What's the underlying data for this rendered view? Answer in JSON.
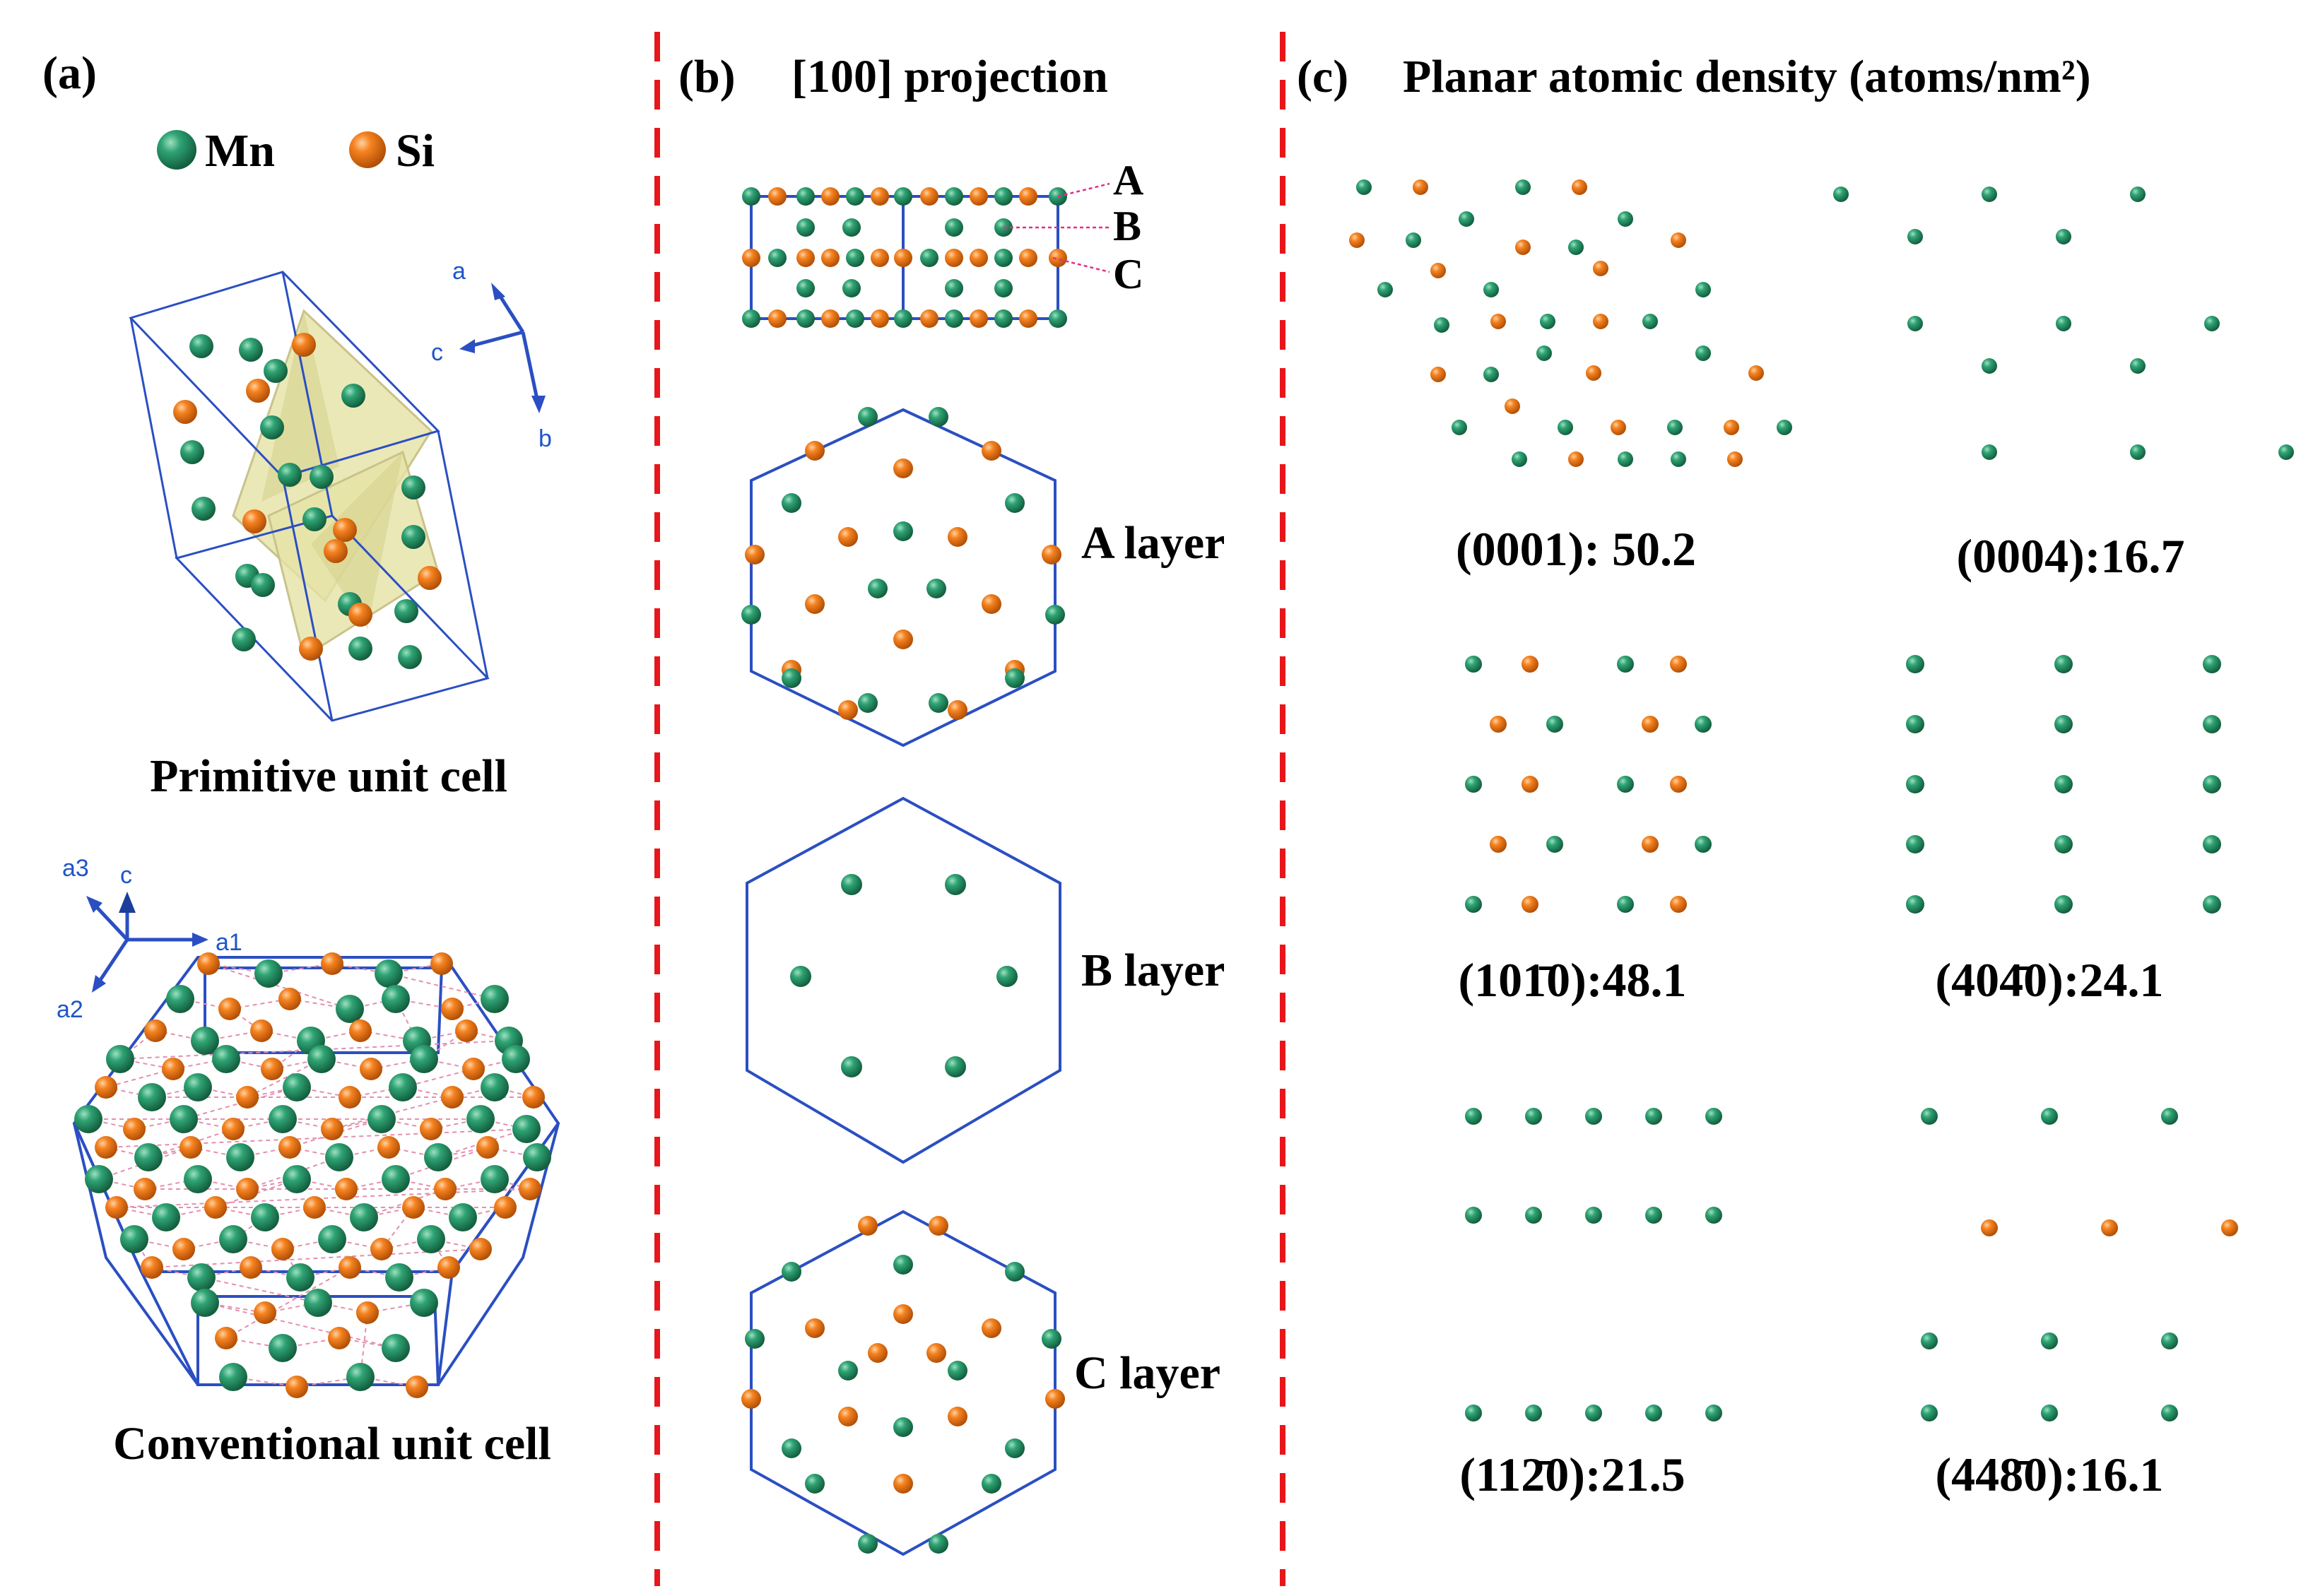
{
  "panels": {
    "a": {
      "label": "(a)",
      "legend": [
        {
          "name": "Mn",
          "color": "#1e8a5c"
        },
        {
          "name": "Si",
          "color": "#f07812"
        }
      ],
      "primitive_title": "Primitive unit cell",
      "conventional_title": "Conventional unit cell",
      "primitive_axes": [
        "a",
        "c",
        "b"
      ],
      "conventional_axes": [
        "a3",
        "c",
        "a1",
        "a2"
      ]
    },
    "b": {
      "label": "(b)",
      "title": "[100] projection",
      "layer_tags": [
        "A",
        "B",
        "C"
      ],
      "layer_labels": [
        "A layer",
        "B layer",
        "C layer"
      ]
    },
    "c": {
      "label": "(c)",
      "title": "Planar atomic density (atoms/nm²)",
      "planes": [
        {
          "plane": "(0001)",
          "density": 50.2,
          "caption": "(0001): 50.2"
        },
        {
          "plane": "(0004)",
          "density": 16.7,
          "caption": "(0004):16.7"
        },
        {
          "plane": "(10-10)",
          "density": 48.1,
          "caption": "(101̄0):48.1"
        },
        {
          "plane": "(40-40)",
          "density": 24.1,
          "caption": "(404̄0):24.1"
        },
        {
          "plane": "(11-20)",
          "density": 21.5,
          "caption": "(112̄0):21.5"
        },
        {
          "plane": "(44-80)",
          "density": 16.1,
          "caption": "(448̄0):16.1"
        }
      ]
    }
  },
  "colors": {
    "mn": "#1e8a5c",
    "si": "#f07812",
    "cell_line": "#2b4fc2",
    "divider": "#e8161b",
    "polyhedron": "#e6e2a6"
  }
}
